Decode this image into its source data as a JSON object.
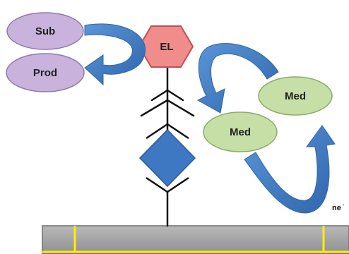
{
  "labels": {
    "substrate": "Sub",
    "product": "Prod",
    "enzyme": "EL",
    "mediator_oxidized": "Med",
    "mediator_reduced": "Med",
    "electron": "ne"
  },
  "colors": {
    "substrate_fill": "#c9b3dc",
    "substrate_stroke": "#8e78b0",
    "mediator_fill": "#c6dfa6",
    "mediator_stroke": "#8cac68",
    "enzyme_fill": "#f08c8c",
    "enzyme_stroke": "#c05050",
    "diamond_fill": "#3e78c2",
    "arrow_fill": "#3f7cc4",
    "electrode_fill": "#a5a5a5",
    "electrode_stroke": "#6e6e6e",
    "electrode_edge": "#ffee00"
  }
}
